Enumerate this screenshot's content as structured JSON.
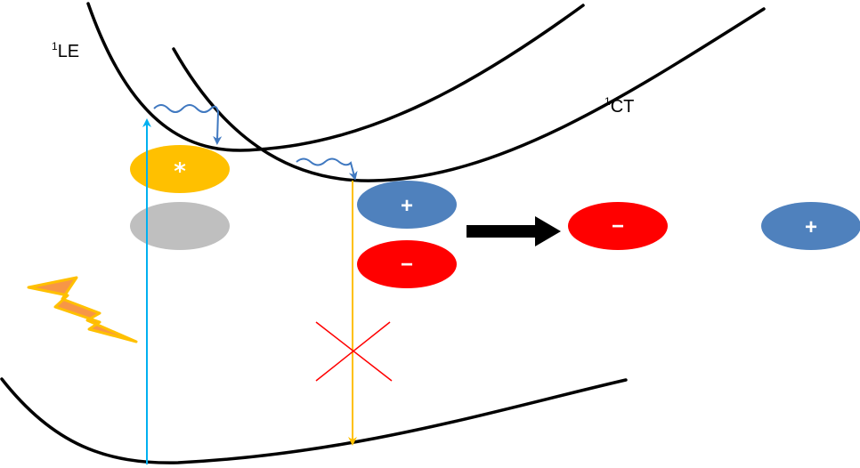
{
  "labels": {
    "le_superscript": "1",
    "le_text": "LE",
    "ct_superscript": "1",
    "ct_text": "CT"
  },
  "charges": {
    "star": "*",
    "plus": "+",
    "minus": "−",
    "separated_minus": "−",
    "separated_plus": "+"
  },
  "colors": {
    "curve": "#000000",
    "excited_orbital": "#FFC000",
    "ground_orbital": "#BFBFBF",
    "hole": "#4F81BD",
    "electron": "#FF0000",
    "absorption_arrow": "#00B0F0",
    "emission_arrow": "#FFC000",
    "relaxation_arrow": "#3F78C0",
    "forbidden_cross": "#FF0000",
    "transfer_arrow": "#000000",
    "lightning_fill": "#F79646",
    "lightning_outline": "#FFC000"
  },
  "icons": {
    "lightning": "lightning-icon",
    "relaxation": "wavy-arrow-icon",
    "forbidden": "cross-icon"
  }
}
